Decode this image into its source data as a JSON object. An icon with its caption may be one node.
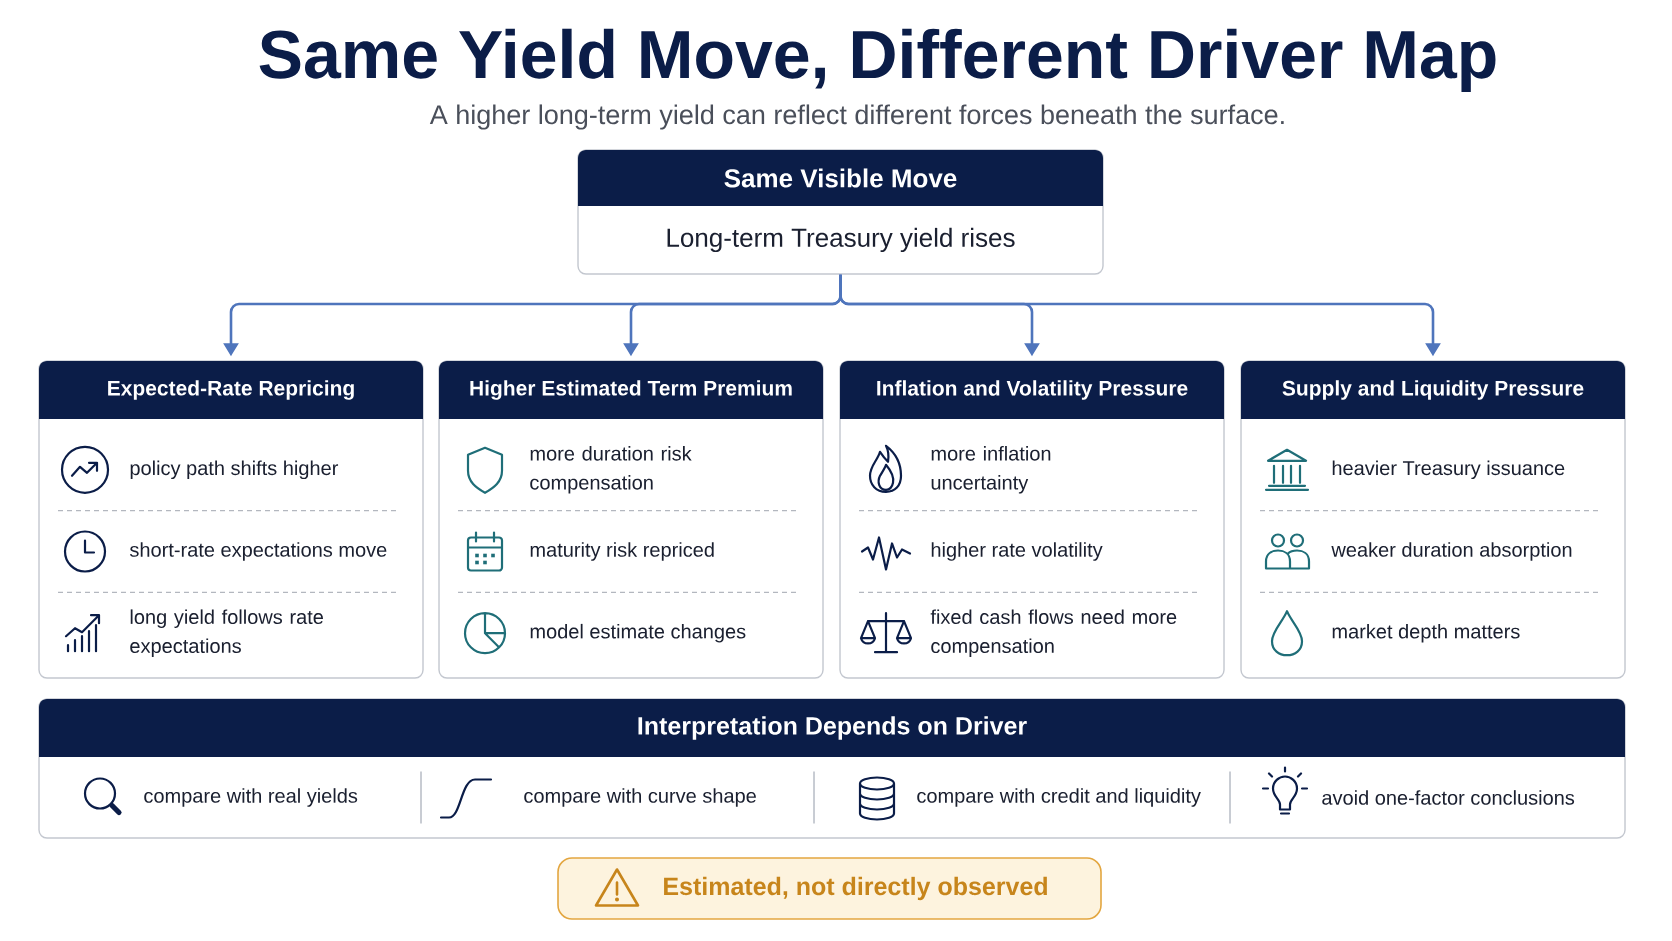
{
  "diagram": {
    "title": "Same Yield Move, Different Driver Map",
    "nodes": [
      {
        "text": [
          "Same Visible Move",
          "Long-term Treasury yield rises"
        ]
      },
      {
        "text": [
          "Expected-Rate Repricing",
          "policy path shifts higher",
          "short-rate expectations move",
          "long yield follows rate expectations"
        ]
      },
      {
        "text": [
          "Higher Estimated Term Premium",
          "more duration risk compensation",
          "maturity risk repriced",
          "model estimate changes"
        ]
      },
      {
        "text": [
          "Inflation and Volatility Pressure",
          "more inflation uncertainty",
          "higher rate volatility",
          "fixed cash flows need more compensation"
        ]
      },
      {
        "text": [
          "Supply and Liquidity Pressure",
          "heavier Treasury issuance",
          "weaker duration absorption",
          "market depth matters"
        ]
      },
      {
        "text": [
          "Interpretation Depends on Driver",
          "compare with real yields",
          "compare with curve shape",
          "compare with credit and liquidity",
          "avoid one-factor conclusions"
        ]
      },
      {
        "text": [
          "Estimated, not directly observed"
        ]
      }
    ],
    "edges": [
      {
        "from": 0,
        "to": 1,
        "arrow": "to"
      },
      {
        "from": 0,
        "to": 2,
        "arrow": "to"
      },
      {
        "from": 0,
        "to": 3,
        "arrow": "to"
      },
      {
        "from": 0,
        "to": 4,
        "arrow": "to"
      }
    ],
    "labels": [
      "A higher long-term yield can reflect different forces beneath the surface."
    ]
  }
}
